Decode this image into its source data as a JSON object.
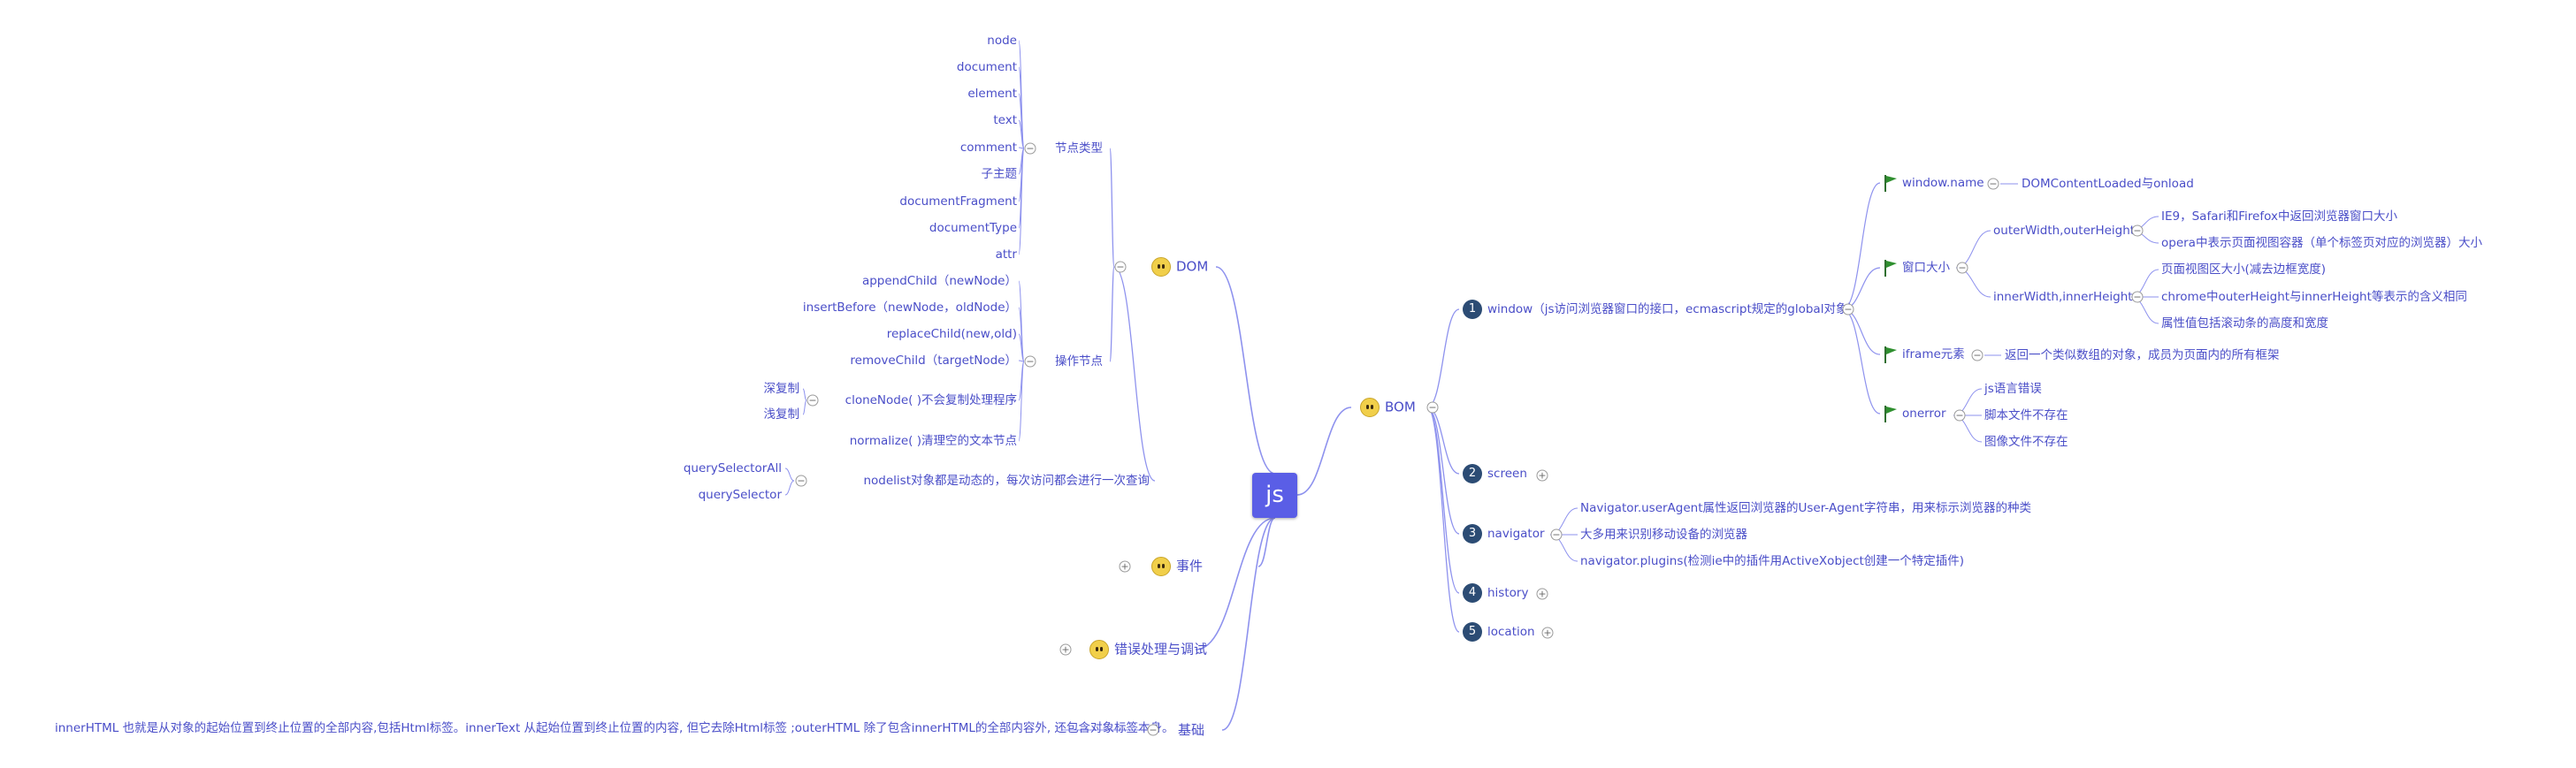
{
  "root": "js",
  "dom": {
    "label": "DOM",
    "node_types": {
      "label": "节点类型",
      "items": [
        "node",
        "document",
        "element",
        "text",
        "comment",
        "子主题",
        "documentFragment",
        "documentType",
        "attr"
      ]
    },
    "node_ops": {
      "label": "操作节点",
      "items": [
        "appendChild（newNode）",
        "insertBefore（newNode，oldNode）",
        "replaceChild(new,old)",
        "removeChild（targetNode）",
        "cloneNode( )不会复制处理程序",
        "normalize( )清理空的文本节点",
        "nodelist对象都是动态的，每次访问都会进行一次查询"
      ],
      "clone_children": [
        "深复制",
        "浅复制"
      ],
      "nodelist_children": [
        "querySelectorAll",
        "querySelector"
      ]
    }
  },
  "events": {
    "label": "事件"
  },
  "errors": {
    "label": "错误处理与调试"
  },
  "basics": {
    "label": "基础",
    "note": "innerHTML 也就是从对象的起始位置到终止位置的全部内容,包括Html标签。innerText 从起始位置到终止位置的内容, 但它去除Html标签 ;outerHTML    除了包含innerHTML的全部内容外, 还包含对象标签本身。"
  },
  "bom": {
    "label": "BOM",
    "window": {
      "num": "1",
      "label": "window（js访问浏览器窗口的接口，ecmascript规定的global对象）",
      "window_name": {
        "label": "window.name",
        "child": "DOMContentLoaded与onload"
      },
      "window_size": {
        "label": "窗口大小",
        "outer": {
          "label": "outerWidth,outerHeight",
          "items": [
            "IE9，Safari和Firefox中返回浏览器窗口大小",
            "opera中表示页面视图容器（单个标签页对应的浏览器）大小"
          ]
        },
        "inner": {
          "label": "innerWidth,innerHeight",
          "items": [
            "页面视图区大小(减去边框宽度)",
            "chrome中outerHeight与innerHeight等表示的含义相同",
            "属性值包括滚动条的高度和宽度"
          ]
        }
      },
      "iframe": {
        "label": "iframe元素",
        "child": "返回一个类似数组的对象，成员为页面内的所有框架"
      },
      "onerror": {
        "label": "onerror",
        "items": [
          "js语言错误",
          "脚本文件不存在",
          "图像文件不存在"
        ]
      }
    },
    "screen": {
      "num": "2",
      "label": "screen"
    },
    "navigator": {
      "num": "3",
      "label": "navigator",
      "items": [
        "Navigator.userAgent属性返回浏览器的User-Agent字符串，用来标示浏览器的种类",
        "大多用来识别移动设备的浏览器",
        "navigator.plugins(检测ie中的插件用ActiveXobject创建一个特定插件)"
      ]
    },
    "history": {
      "num": "4",
      "label": "history"
    },
    "location": {
      "num": "5",
      "label": "location"
    }
  },
  "colors": {
    "text": "#4a4ec8",
    "line": "#8e92ee",
    "root": "#5a5ee6",
    "num_badge": "#2c4c74",
    "flag": "#2f8f2f"
  }
}
